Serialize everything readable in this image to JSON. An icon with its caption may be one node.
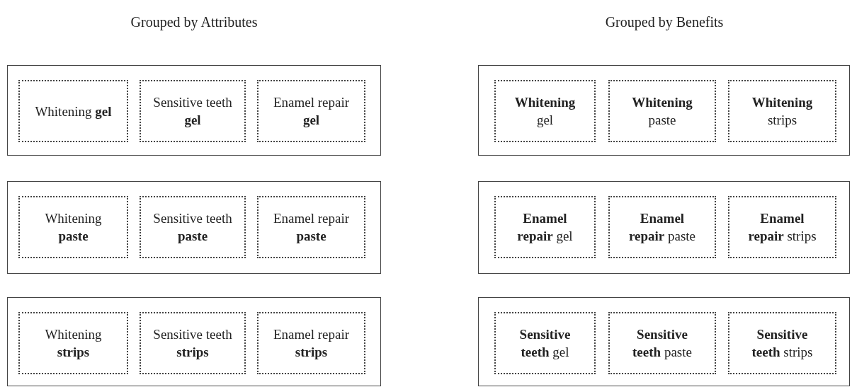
{
  "diagram": {
    "nodes": [
      {
        "text": [],
        "shape": "box"
      },
      {
        "text": [
          "Whitening **gel**"
        ],
        "in": 0
      },
      {
        "text": [
          "Sensitive teeth **gel**"
        ],
        "in": 0
      },
      {
        "text": [
          "Enamel repair **gel**"
        ],
        "in": 0
      },
      {
        "text": [],
        "shape": "box"
      },
      {
        "text": [
          "**Whitening** gel"
        ],
        "in": 4
      },
      {
        "text": [
          "**Whitening** paste"
        ],
        "in": 4
      },
      {
        "text": [
          "**Whitening** strips"
        ],
        "in": 4
      },
      {
        "text": [],
        "shape": "box"
      },
      {
        "text": [
          "Whitening **paste**"
        ],
        "in": 8
      },
      {
        "text": [
          "Sensitive teeth **paste**"
        ],
        "in": 8
      },
      {
        "text": [
          "Enamel repair **paste**"
        ],
        "in": 8
      },
      {
        "text": [],
        "shape": "box"
      },
      {
        "text": [
          "**Enamel repair** gel"
        ],
        "in": 12
      },
      {
        "text": [
          "**Enamel repair** paste"
        ],
        "in": 12
      },
      {
        "text": [
          "**Enamel repair** strips"
        ],
        "in": 12
      },
      {
        "text": [],
        "shape": "box"
      },
      {
        "text": [
          "Whitening **strips**"
        ],
        "in": 16
      },
      {
        "text": [
          "Sensitive teeth **strips**"
        ],
        "in": 16
      },
      {
        "text": [
          "Enamel repair **strips**"
        ],
        "in": 16
      },
      {
        "text": [],
        "shape": "box"
      },
      {
        "text": [
          "**Sensitive teeth** gel"
        ],
        "in": 20
      },
      {
        "text": [
          "**Sensitive teeth** paste"
        ],
        "in": 20
      },
      {
        "text": [
          "**Sensitive teeth** strips"
        ],
        "in": 20
      }
    ],
    "labels": [
      "Grouped by Attributes",
      "Grouped by Benefits"
    ]
  }
}
